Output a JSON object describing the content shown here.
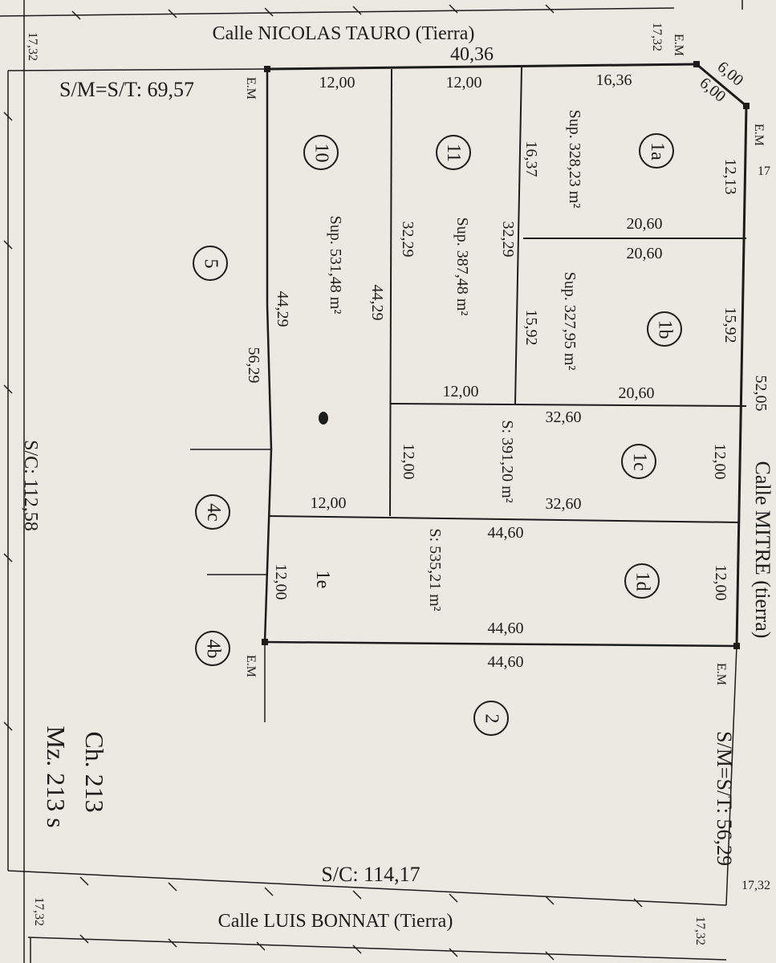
{
  "streets": {
    "top": "Calle NICOLAS TAURO (Tierra)",
    "bottom": "Calle LUIS BONNAT (Tierra)",
    "right": "Calle MITRE (tierra)"
  },
  "corner_measure": "17,32",
  "corner_right_partial": "17",
  "corner_marker": "E.M",
  "chamfer": "6,00",
  "block_totals": {
    "top_total": "40,36",
    "top_left_sm": "S/M=S/T: 69,57",
    "right_total": "52,05",
    "right_sm": "S/M=S/T: 56,29",
    "left_sc": "S/C: 112,58",
    "bottom_sc": "S/C: 114,17"
  },
  "block_id": {
    "ch": "Ch. 213",
    "mz": "Mz. 213 s"
  },
  "lots": {
    "l1a": {
      "label": "1a",
      "sup": "Sup. 328,23 m²",
      "top": "16,36",
      "left": "16,37",
      "right": "12,13",
      "bottom": "20,60"
    },
    "l1b": {
      "label": "1b",
      "sup": "Sup. 327,95 m²",
      "top": "20,60",
      "left": "15,92",
      "right": "15,92",
      "bottom": "20,60"
    },
    "l1c": {
      "label": "1c",
      "sup": "S: 391,20 m²",
      "top": "32,60",
      "bottom": "32,60",
      "right": "12,00",
      "left": "12,00"
    },
    "l1d": {
      "label": "1d",
      "right": "12,00"
    },
    "l1e": {
      "label": "1e",
      "sup": "S: 535,21 m²",
      "top": "44,60",
      "bottom": "44,60",
      "left": "12,00"
    },
    "l2": {
      "label": "2",
      "top": "44,60"
    },
    "l10": {
      "label": "10",
      "sup": "Sup. 531,48 m²",
      "top": "12,00",
      "left": "44,29",
      "right": "44,29",
      "bottom": "12,00"
    },
    "l11": {
      "label": "11",
      "sup": "Sup. 387,48 m²",
      "top": "12,00",
      "left": "32,29",
      "right": "32,29",
      "bottom": "12,00"
    },
    "l5": {
      "label": "5",
      "right": "56,29"
    },
    "l4c": {
      "label": "4c"
    },
    "l4b": {
      "label": "4b"
    }
  }
}
